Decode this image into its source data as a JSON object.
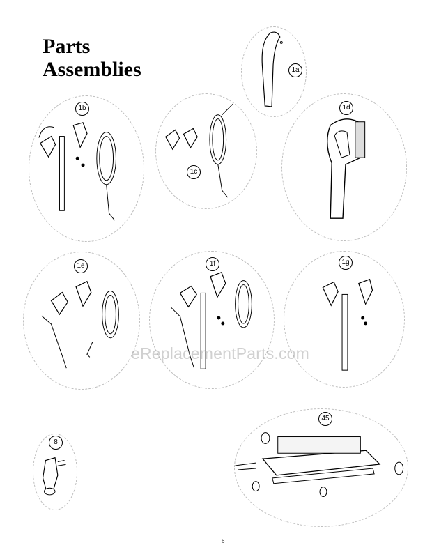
{
  "heading": {
    "line1": "Parts",
    "line2": "Assemblies"
  },
  "groups": {
    "g1a": "1a",
    "g1b": "1b",
    "g1c": "1c",
    "g1d": "1d",
    "g1e": "1e",
    "g1f": "1f",
    "g1g": "1g",
    "g8": "8",
    "g45": "45"
  },
  "watermark": "eReplacementParts.com",
  "page_number": "6"
}
